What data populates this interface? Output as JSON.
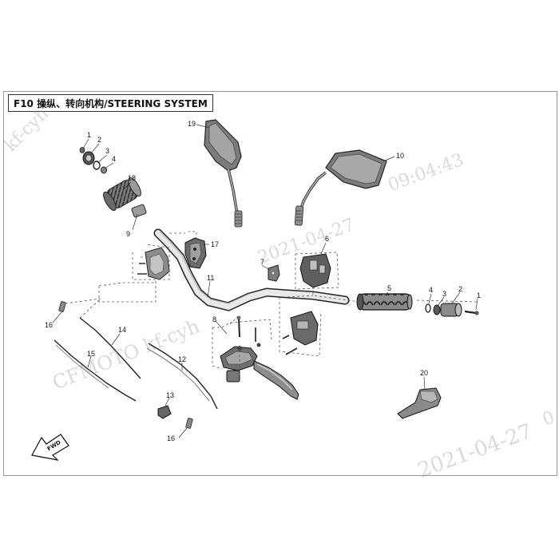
{
  "title": "F10 操纵、转向机构/STEERING SYSTEM",
  "watermarks": [
    "kf-cyh",
    "09:04:43",
    "2021-04-27",
    "CFMOTO kf-cyh",
    "2021-04-27",
    "0"
  ],
  "fwd_label": "FWD",
  "callouts": {
    "c1a": "1",
    "c2a": "2",
    "c3a": "3",
    "c4a": "4",
    "c18": "18",
    "c9": "9",
    "c19": "19",
    "c10": "10",
    "c17": "17",
    "c11": "11",
    "c7": "7",
    "c6": "6",
    "c5": "5",
    "c4b": "4",
    "c3b": "3",
    "c2b": "2",
    "c1b": "1",
    "c16a": "16",
    "c14": "14",
    "c15": "15",
    "c8": "8",
    "c12": "12",
    "c13": "13",
    "c16b": "16",
    "c20": "20"
  }
}
